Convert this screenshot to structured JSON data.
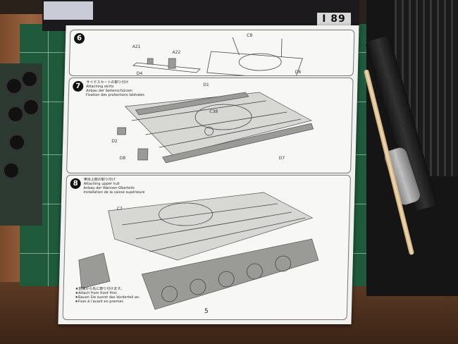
{
  "colors": {
    "mat": "#1f5a3c",
    "paper": "#f1f1ef",
    "wood": "#8a5634",
    "box": "#1c1a1c"
  },
  "box": {
    "code": "I 89"
  },
  "sheet": {
    "page_number": "5",
    "steps": [
      {
        "number": "6",
        "title": "",
        "labels": [
          "A21",
          "A22",
          "D4",
          "C8",
          "D6"
        ]
      },
      {
        "number": "7",
        "title": "サイドスカートの取り付け\nAttaching skirts\nAnbau der Seitenschürzen\nFixation des protections latérales",
        "labels": [
          "D1",
          "C38",
          "D2",
          "D8",
          "D7"
        ]
      },
      {
        "number": "8",
        "title": "車体上部の取り付け\nAttaching upper hull\nAnbau der Wannen-Oberteils\nInstallation de la caisse supérieure",
        "labels": [
          "C7"
        ]
      }
    ],
    "note": "★前側から先に取り付けます。\n★Attach from front first.\n★Bauen Sie zuerst das Vorderteil an.\n★Fixer à l'avant en premier."
  }
}
